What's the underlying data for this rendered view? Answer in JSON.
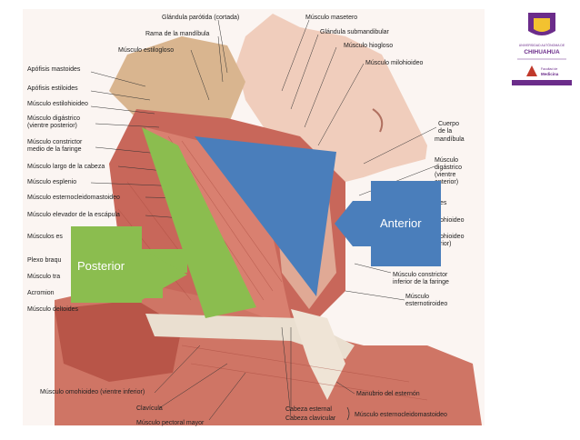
{
  "labels_left": [
    "Apófisis mastoides",
    "Apófisis estiloides",
    "Músculo estilohioideo",
    "Músculo digástrico",
    "(vientre posterior)",
    "Músculo constrictor",
    "medio de la faringe",
    "Músculo largo de la cabeza",
    "Músculo esplenio",
    "Músculo esternocleidomastoideo",
    "Músculo elevador de la escápula",
    "Músculos es",
    "Plexo braqu",
    "Músculo tra",
    "Acromion",
    "Músculo deltoides"
  ],
  "labels_top": [
    "Glándula parótida (cortada)",
    "Rama de la mandíbula",
    "Músculo estilogloso",
    "Músculo masetero",
    "Glándula submandibular",
    "Músculo hiogloso",
    "Músculo milohioideo"
  ],
  "labels_right": [
    "Cuerpo",
    "de la",
    "mandíbula",
    "Músculo",
    "digástrico",
    "(vientre",
    "anterior)",
    "es",
    "ohioideo",
    "ohioideo",
    "rior)",
    "Músculo constrictor",
    "inferior de la faringe",
    "Músculo",
    "esternotiroideo"
  ],
  "labels_bottom": [
    "Músculo omohioideo (vientre inferior)",
    "Clavícula",
    "Músculo pectoral mayor",
    "Manubrio del esternón",
    "Cabeza esternal",
    "Cabeza clavicular",
    "Músculo esternocleidomastoideo"
  ],
  "overlay": {
    "posterior_label": "Posterior",
    "anterior_label": "Anterior",
    "posterior_color": "#8bbd4f",
    "anterior_color": "#4a7ebb"
  },
  "logo": {
    "line1": "UNIVERSIDAD AUTÓNOMA DE",
    "line2": "CHIHUAHUA",
    "faculty1": "Facultad de",
    "faculty2": "Medicina",
    "color": "#6b2c8a"
  }
}
